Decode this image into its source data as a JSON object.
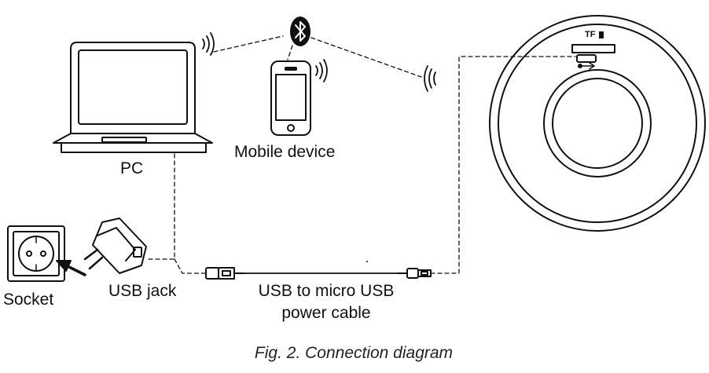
{
  "labels": {
    "pc": "PC",
    "mobile": "Mobile device",
    "socket": "Socket",
    "usb_jack": "USB jack",
    "cable_line1": "USB to micro USB",
    "cable_line2": "power cable",
    "tf_slot": "TF"
  },
  "caption": "Fig. 2. Connection diagram",
  "colors": {
    "stroke": "#111111",
    "background": "#ffffff"
  },
  "icons": [
    "laptop-icon",
    "bluetooth-icon",
    "smartphone-icon",
    "wireless-signal-icon",
    "wall-socket-icon",
    "usb-charger-icon",
    "usb-plug-icon",
    "micro-usb-plug-icon",
    "speaker-device-icon"
  ]
}
